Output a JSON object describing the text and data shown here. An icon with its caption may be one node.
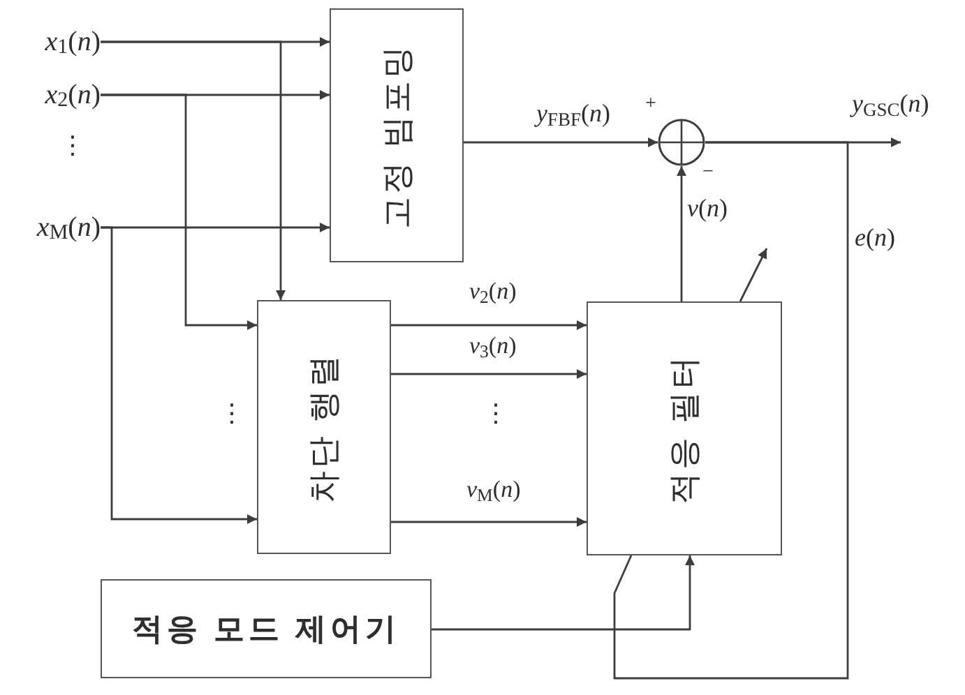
{
  "diagram": {
    "nodes": [
      {
        "text": [
          "*x*$_{1}$(*n*)"
        ]
      },
      {
        "text": [
          "*x*$_{2}$(*n*)"
        ]
      },
      {
        "text": [
          "*x*$_{M}$(*n*)"
        ]
      },
      {
        "text": [
          "고정 빔포밍"
        ]
      },
      {
        "text": [
          "차단 행렬"
        ]
      },
      {
        "text": [
          "적응 필터"
        ]
      },
      {
        "text": [],
        "shape": "circle",
        "beside": [
          "+",
          "−"
        ]
      },
      {
        "text": [
          "적응 모드 제어기"
        ]
      }
    ],
    "edges": [
      {
        "from": 0,
        "to": 3,
        "arrow": "to"
      },
      {
        "from": 1,
        "to": 3,
        "arrow": "to"
      },
      {
        "from": 2,
        "to": 3,
        "arrow": "to"
      },
      {
        "from": 0,
        "to": 4,
        "arrow": "to"
      },
      {
        "from": 1,
        "to": 4,
        "arrow": "to"
      },
      {
        "from": 2,
        "to": 4,
        "arrow": "to"
      },
      {
        "from": 4,
        "to": 5,
        "arrow": "to",
        "label": "*v*$_{2}$(*n*)"
      },
      {
        "from": 4,
        "to": 5,
        "arrow": "to",
        "label": "*v*$_{3}$(*n*)"
      },
      {
        "from": 4,
        "to": 5,
        "arrow": "to",
        "label": "*v*$_{M}$(*n*)"
      },
      {
        "from": 3,
        "to": 6,
        "arrow": "to",
        "label": "*y*$_{FBF}$(*n*)"
      },
      {
        "from": 5,
        "to": 6,
        "arrow": "to",
        "label": "*v*(*n*)"
      },
      {
        "from": 6,
        "to": null,
        "arrow": "to",
        "label": "*y*$_{GSC}$(*n*)"
      },
      {
        "from": 6,
        "to": 5,
        "arrow": "none",
        "label": "*e*(*n*)"
      },
      {
        "from": 7,
        "to": 5,
        "arrow": "to"
      }
    ],
    "labels": [
      "⋮",
      "⋮",
      "⋮"
    ]
  }
}
